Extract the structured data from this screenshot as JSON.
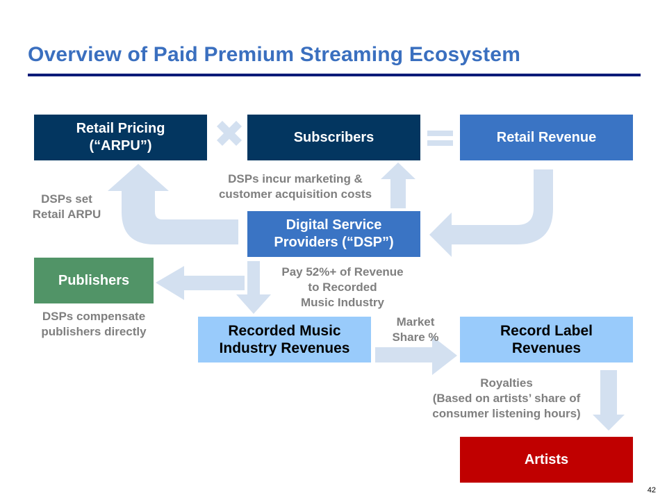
{
  "title": "Overview of Paid Premium Streaming Ecosystem",
  "boxes": {
    "retail_pricing": "Retail Pricing\n(“ARPU”)",
    "subscribers": "Subscribers",
    "retail_revenue": "Retail Revenue",
    "dsp": "Digital Service\nProviders (“DSP”)",
    "publishers": "Publishers",
    "recorded_music": "Recorded Music\nIndustry Revenues",
    "record_label": "Record Label\nRevenues",
    "artists": "Artists"
  },
  "operators": {
    "multiply": "multiply-icon",
    "equals": "equals-icon"
  },
  "notes": {
    "dsps_set_arpu": "DSPs set\nRetail ARPU",
    "dsps_incur": "DSPs incur marketing &\ncustomer acquisition costs",
    "pay_52": "Pay 52%+ of Revenue\nto Recorded\nMusic Industry",
    "dsps_compensate": "DSPs compensate\npublishers directly",
    "market_share": "Market\nShare %",
    "royalties": "Royalties\n(Based on artists’ share of\nconsumer listening hours)"
  },
  "colors": {
    "title": "#3a6fbf",
    "rule": "#0a1a78",
    "dark_box": "#033660",
    "mid_box": "#3a74c4",
    "publishers_box": "#519467",
    "light_box": "#99cbfb",
    "artists_box": "#c00000",
    "arrow": "#d3e0f0",
    "note_text": "#7f7f7f"
  },
  "page_number": "42"
}
